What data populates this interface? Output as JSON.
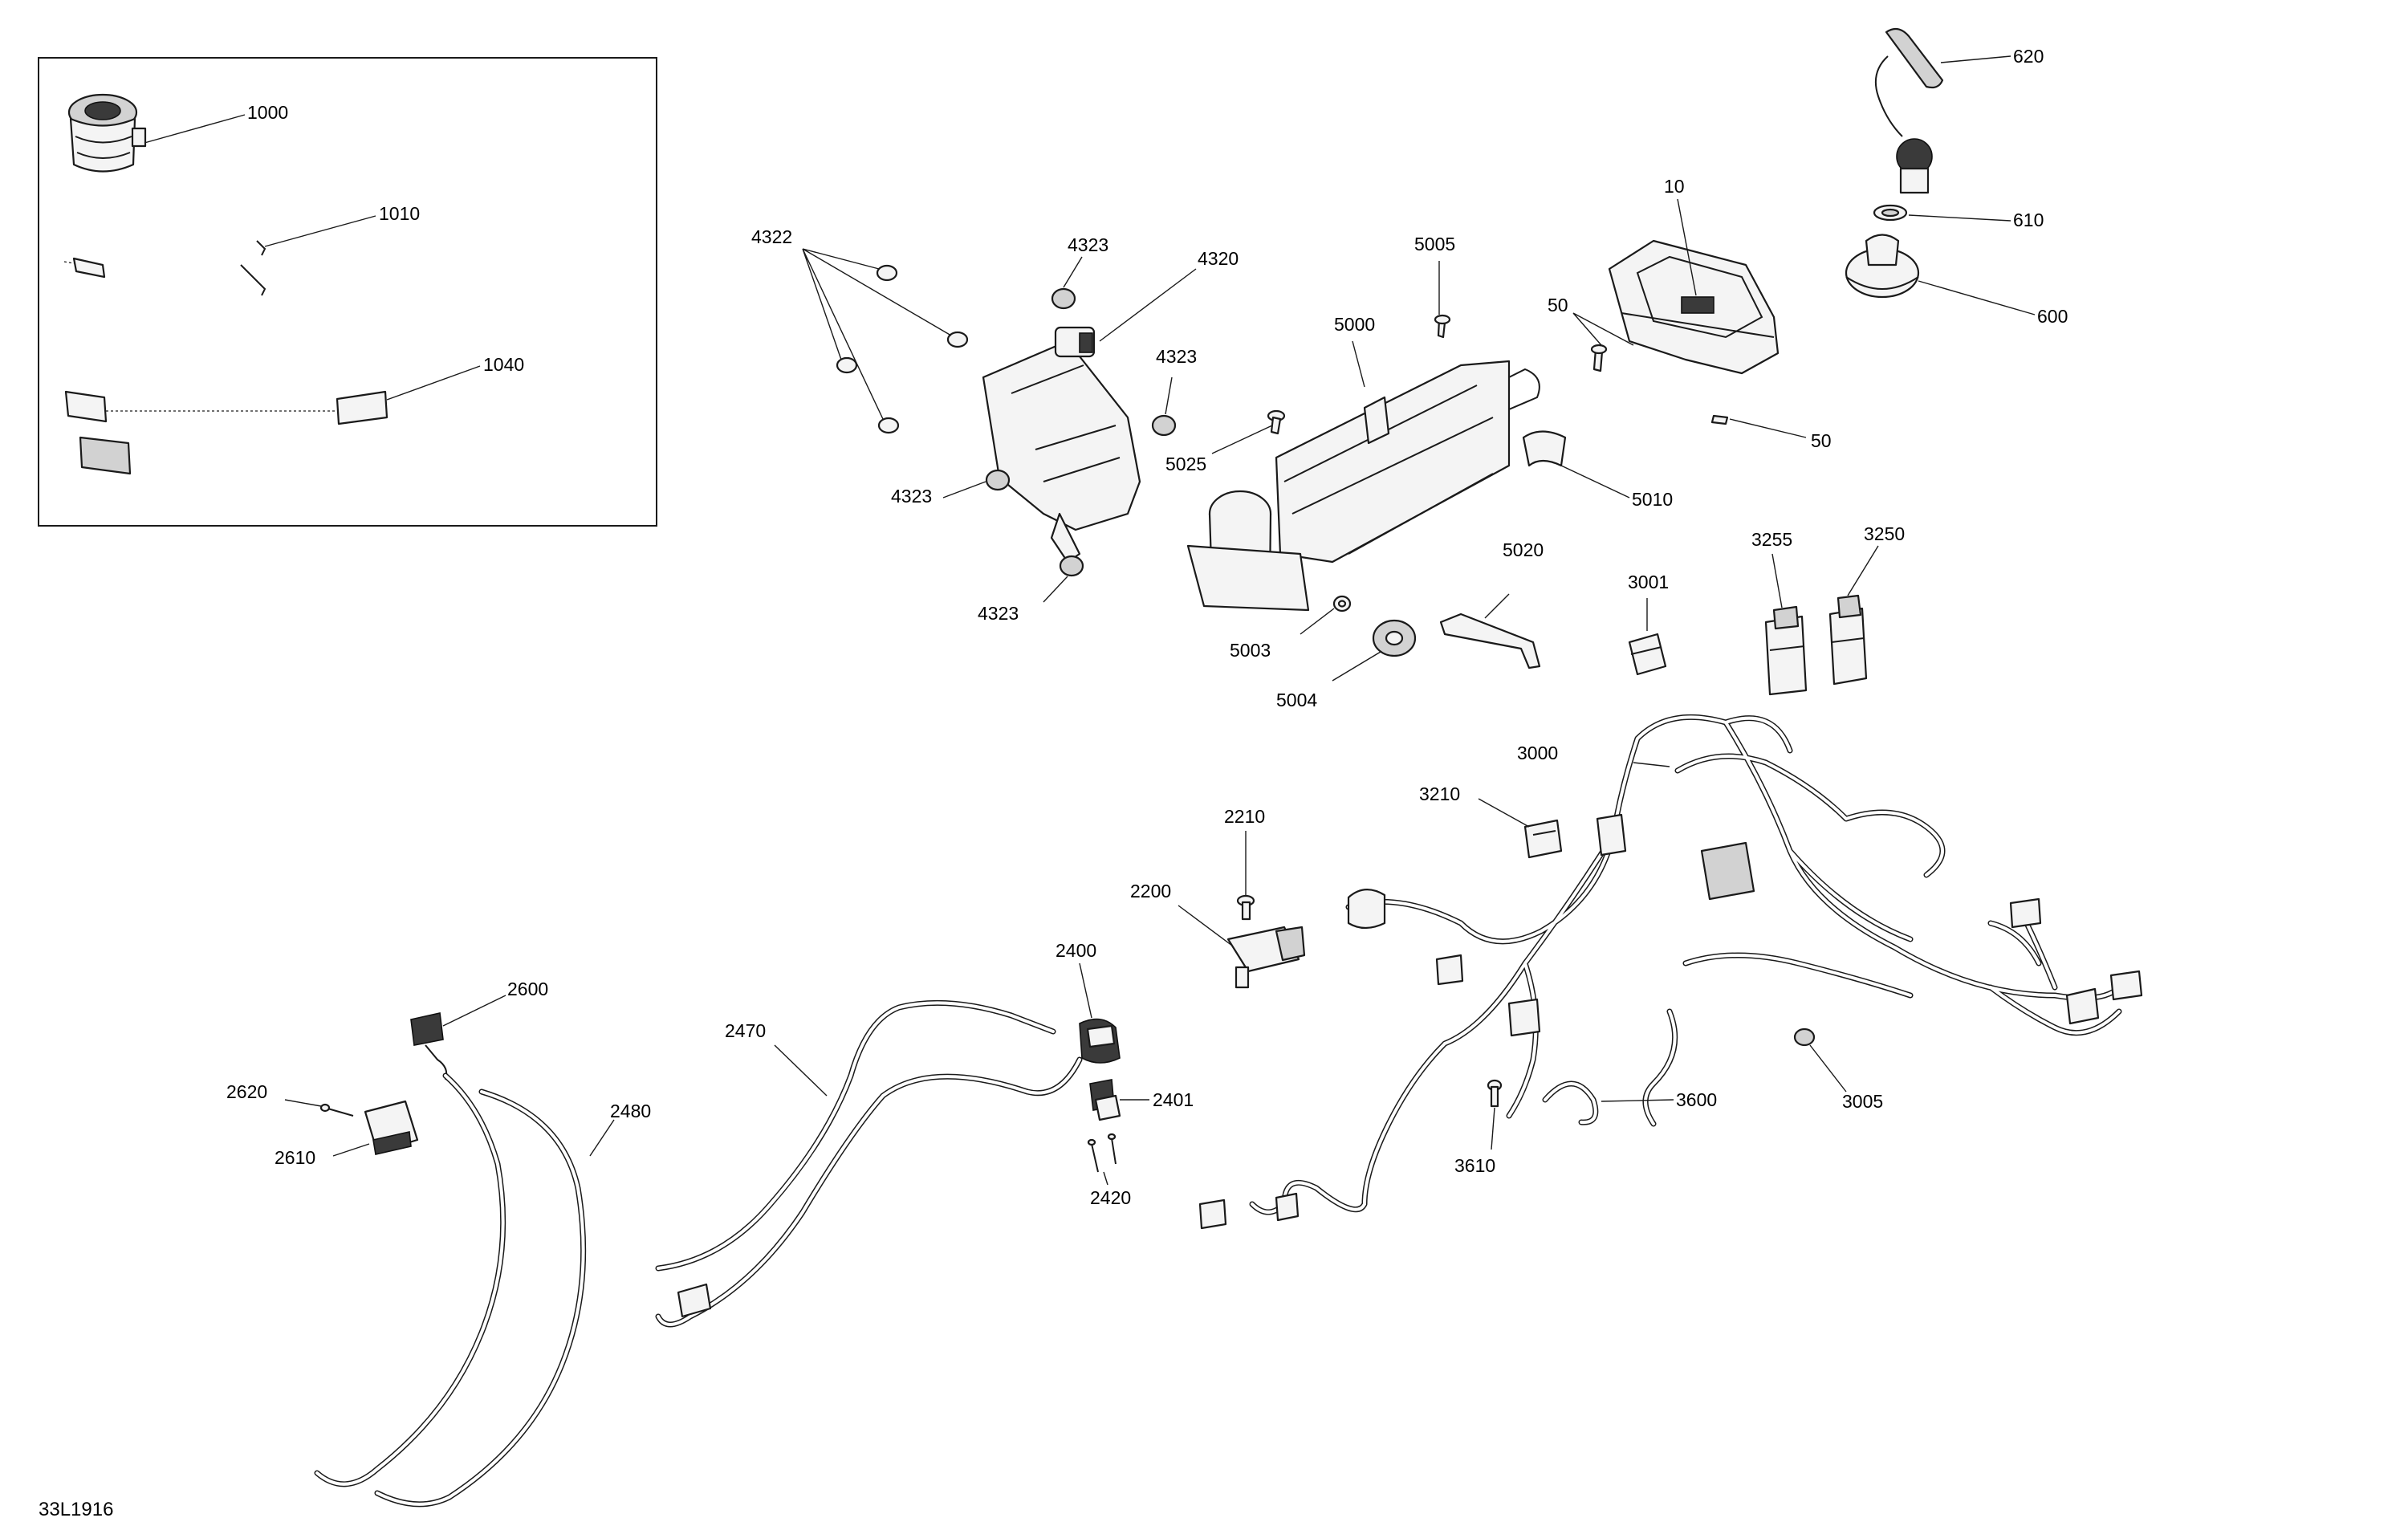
{
  "drawing_ref": "33L1916",
  "callouts": {
    "c10": "10",
    "c50a": "50",
    "c50b": "50",
    "c600": "600",
    "c610": "610",
    "c620": "620",
    "c1000": "1000",
    "c1010": "1010",
    "c1040": "1040",
    "c2200": "2200",
    "c2210": "2210",
    "c2400": "2400",
    "c2401": "2401",
    "c2420": "2420",
    "c2470": "2470",
    "c2480": "2480",
    "c2600": "2600",
    "c2610": "2610",
    "c2620": "2620",
    "c3000": "3000",
    "c3001": "3001",
    "c3005": "3005",
    "c3210": "3210",
    "c3250": "3250",
    "c3255": "3255",
    "c3600": "3600",
    "c3610": "3610",
    "c4320": "4320",
    "c4322": "4322",
    "c4323a": "4323",
    "c4323b": "4323",
    "c4323c": "4323",
    "c4323d": "4323",
    "c5000": "5000",
    "c5003": "5003",
    "c5004": "5004",
    "c5005": "5005",
    "c5010": "5010",
    "c5020": "5020",
    "c5025": "5025"
  }
}
